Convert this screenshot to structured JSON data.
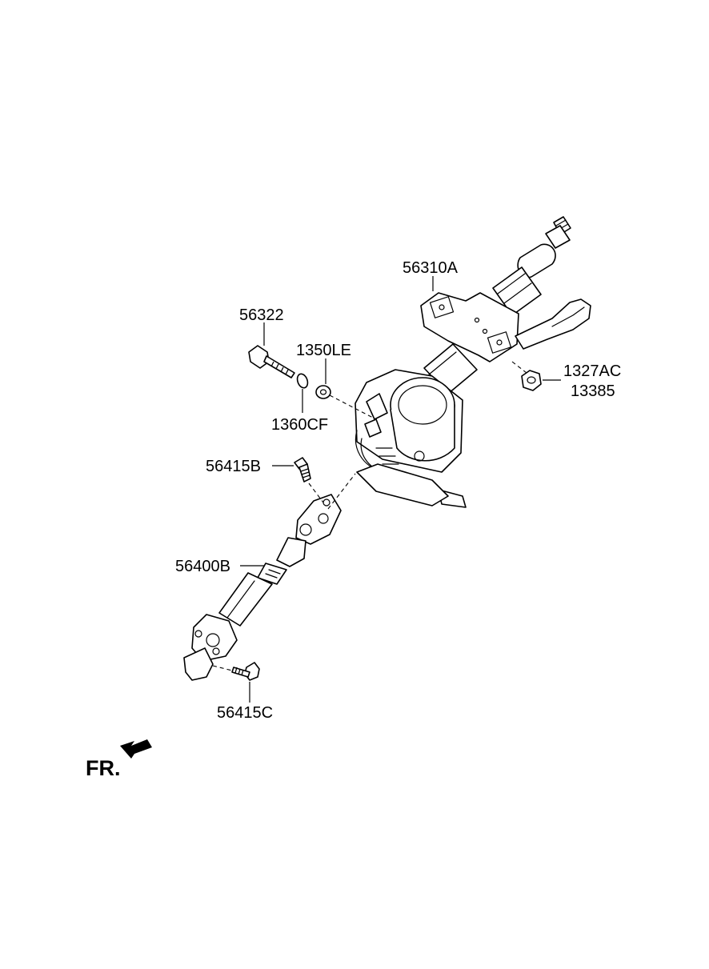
{
  "diagram": {
    "labels": {
      "column_assembly": "56310A",
      "bolt": "56322",
      "washer_a": "1350LE",
      "washer_b": "1360CF",
      "nut_a": "1327AC",
      "nut_b": "13385",
      "bolt_upper_joint": "56415B",
      "intermediate_shaft": "56400B",
      "bolt_lower_joint": "56415C"
    },
    "direction_marker": "FR."
  }
}
